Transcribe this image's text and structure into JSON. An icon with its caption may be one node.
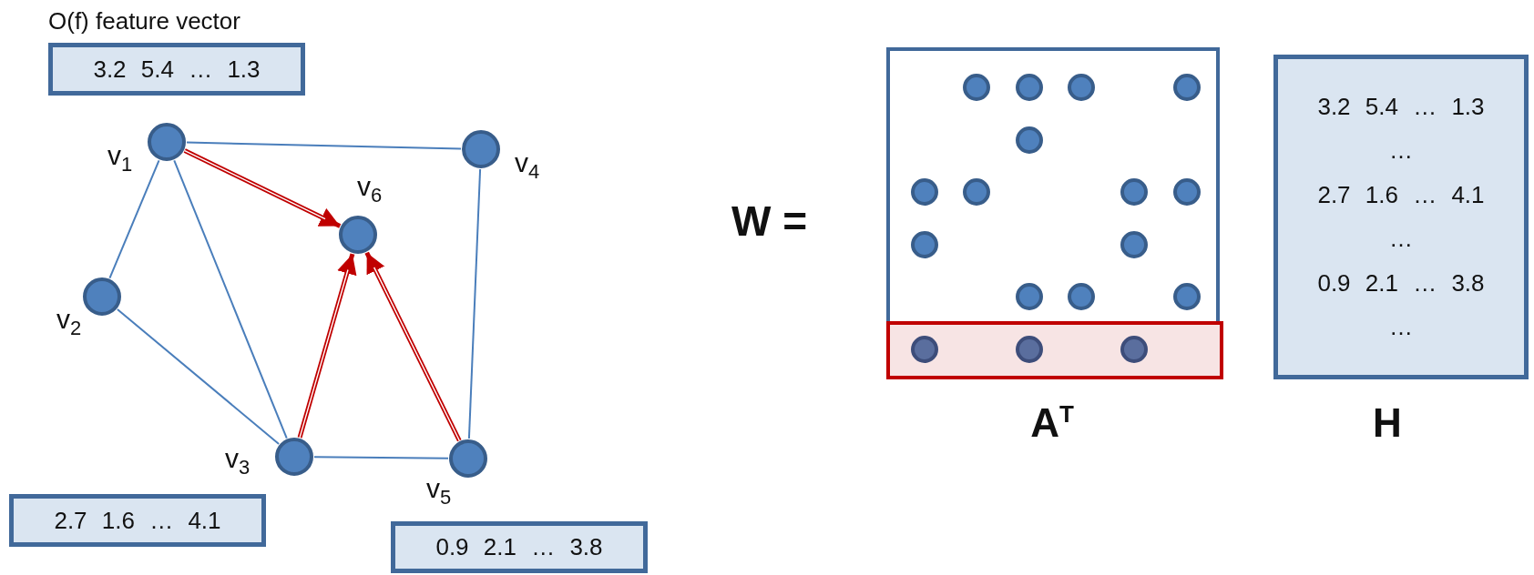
{
  "diagram": {
    "nodes": [
      {
        "text": [
          "O(f) feature vector",
          "3.2 5.4 … 1.3"
        ]
      },
      {
        "text": [],
        "shape": "circle",
        "beside": [
          "v$_{1}$"
        ]
      },
      {
        "text": [],
        "shape": "circle",
        "beside": [
          "v$_{4}$"
        ]
      },
      {
        "text": [],
        "shape": "circle",
        "beside": [
          "v$_{6}$"
        ]
      },
      {
        "text": [],
        "shape": "circle",
        "beside": [
          "v$_{2}$"
        ]
      },
      {
        "text": [],
        "shape": "circle",
        "beside": [
          "v$_{3}$"
        ]
      },
      {
        "text": [],
        "shape": "circle",
        "beside": [
          "v$_{5}$"
        ]
      },
      {
        "text": [
          "2.7 1.6 … 4.1"
        ]
      },
      {
        "text": [
          "0.9 2.1 … 3.8"
        ]
      },
      {
        "text": [],
        "shape": "box",
        "beside": [
          "A$^{T}$"
        ]
      },
      {
        "text": [],
        "shape": "bar",
        "in": 9
      },
      {
        "text": [
          "3.2 5.4 … 1.3",
          "…",
          "2.7 1.6 … 4.1",
          "…",
          "0.9 2.1 … 3.8",
          "…"
        ],
        "beside": [
          "H"
        ]
      }
    ],
    "edges": [
      {
        "from": 1,
        "to": 2,
        "arrow": "none"
      },
      {
        "from": 1,
        "to": 4,
        "arrow": "none"
      },
      {
        "from": 1,
        "to": 5,
        "arrow": "none"
      },
      {
        "from": 4,
        "to": 5,
        "arrow": "none"
      },
      {
        "from": 5,
        "to": 6,
        "arrow": "none"
      },
      {
        "from": 2,
        "to": 6,
        "arrow": "none"
      },
      {
        "from": 1,
        "to": 3,
        "arrow": "to",
        "style": "thick",
        "color": "#c00000"
      },
      {
        "from": 5,
        "to": 3,
        "arrow": "to",
        "style": "thick",
        "color": "#c00000"
      },
      {
        "from": 6,
        "to": 3,
        "arrow": "to",
        "style": "thick",
        "color": "#c00000"
      }
    ],
    "labels": [
      "W ="
    ]
  }
}
